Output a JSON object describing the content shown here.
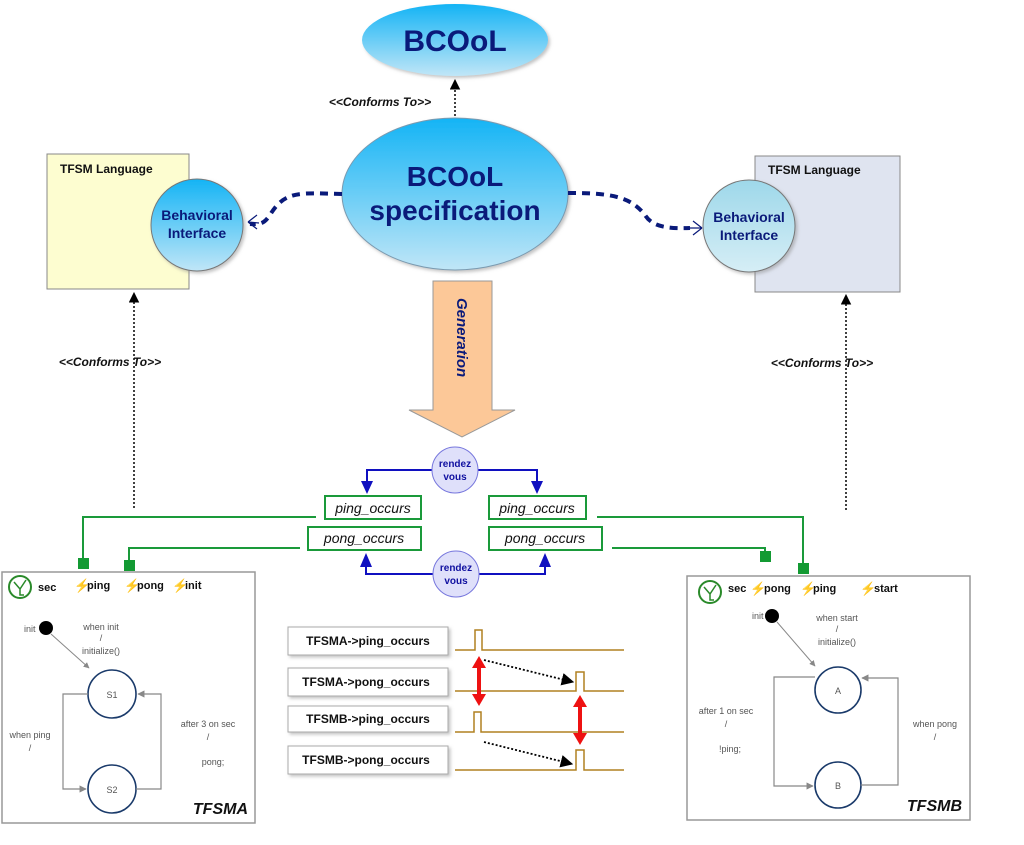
{
  "metamodel": {
    "label": "BCOoL"
  },
  "specification": {
    "line1": "BCOoL",
    "line2": "specification"
  },
  "conforms_to_label": "<<Conforms To>>",
  "generation_label": "Generation",
  "left_language": {
    "title": "TFSM Language",
    "interface_line1": "Behavioral",
    "interface_line2": "Interface",
    "fill": "#fdfdd0"
  },
  "right_language": {
    "title": "TFSM Language",
    "interface_line1": "Behavioral",
    "interface_line2": "Interface",
    "fill": "#dfe4f0"
  },
  "rendezvous": {
    "line1": "rendez",
    "line2": "vous"
  },
  "left_events": {
    "ping": "ping_occurs",
    "pong": "pong_occurs"
  },
  "right_events": {
    "ping": "ping_occurs",
    "pong": "pong_occurs"
  },
  "tfsma": {
    "name": "TFSMA",
    "clock": "sec",
    "events": [
      "ping",
      "pong",
      "init"
    ],
    "initial_label": "init",
    "init_transition": {
      "line1": "when init",
      "line2": "/",
      "line3": "initialize()"
    },
    "states": [
      "S1",
      "S2"
    ],
    "left_transition": {
      "line1": "when ping",
      "line2": "/"
    },
    "right_transition": {
      "line1": "after 3 on sec",
      "line2": "/",
      "line3": "pong;"
    }
  },
  "tfsmb": {
    "name": "TFSMB",
    "clock": "sec",
    "events": [
      "pong",
      "ping",
      "start"
    ],
    "initial_label": "init",
    "init_transition": {
      "line1": "when start",
      "line2": "/",
      "line3": "initialize()"
    },
    "states": [
      "A",
      "B"
    ],
    "left_transition": {
      "line1": "after 1 on sec",
      "line2": "/",
      "line3": "!ping;"
    },
    "right_transition": {
      "line1": "when pong",
      "line2": "/"
    }
  },
  "timeline": {
    "rows": [
      "TFSMA->ping_occurs",
      "TFSMA->pong_occurs",
      "TFSMB->ping_occurs",
      "TFSMB->pong_occurs"
    ]
  },
  "colors": {
    "navy_text": "#0a1a7a",
    "ellipse_top": "#1ab8f5",
    "ellipse_bottom": "#b8e4f7",
    "green_link": "#1a9a3a",
    "rendezvous_blue": "#1010c0",
    "timeline_line": "#b08020",
    "sync_arrow": "#ee1111",
    "generation_arrow": "#fcc898"
  }
}
